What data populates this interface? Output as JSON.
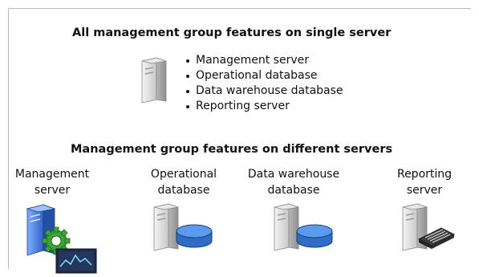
{
  "sections": {
    "single_server_title": "All management group features on single server",
    "single_server_features": [
      "Management server",
      "Operational database",
      "Data warehouse database",
      "Reporting server"
    ],
    "different_servers_title": "Management group features on different servers",
    "servers": [
      {
        "label": "Management\nserver",
        "icon": "management-server-icon"
      },
      {
        "label": "Operational\ndatabase",
        "icon": "database-server-icon"
      },
      {
        "label": "Data warehouse\ndatabase",
        "icon": "database-server-icon"
      },
      {
        "label": "Reporting\nserver",
        "icon": "reporting-server-icon"
      }
    ]
  },
  "colors": {
    "server_body": "#d9d9d9",
    "management_blue": "#2f63c9",
    "database_blue": "#3f7fd8",
    "gear_green": "#3aa534"
  }
}
